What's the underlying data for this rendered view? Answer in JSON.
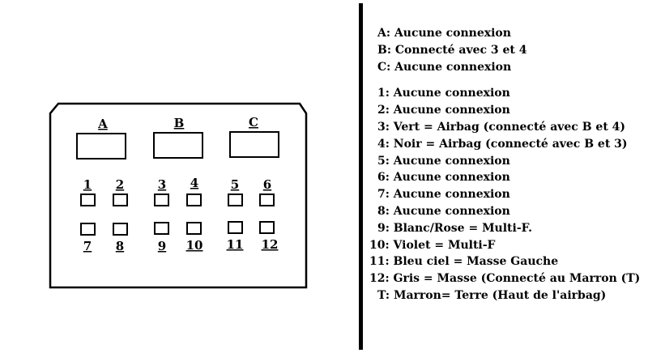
{
  "connector": {
    "slot_labels": [
      "A",
      "B",
      "C"
    ],
    "pin_labels_top": [
      "1",
      "2",
      "3",
      "4",
      "5",
      "6"
    ],
    "pin_labels_bottom": [
      "7",
      "8",
      "9",
      "10",
      "11",
      "12"
    ]
  },
  "legend": {
    "letters": [
      "A: Aucune connexion",
      "B: Connecté avec 3 et 4",
      "C: Aucune connexion"
    ],
    "pins": [
      "1: Aucune connexion",
      "2: Aucune connexion",
      "3: Vert = Airbag (connecté avec B et 4)",
      "4: Noir = Airbag (connecté avec B et 3)",
      "5: Aucune connexion",
      "6: Aucune connexion",
      "7: Aucune connexion",
      "8: Aucune connexion",
      "9: Blanc/Rose = Multi-F.",
      "10: Violet = Multi-F",
      "11: Bleu ciel = Masse Gauche",
      "12: Gris = Masse (Connecté au Marron (T)",
      "T: Marron= Terre (Haut de l'airbag)"
    ]
  }
}
